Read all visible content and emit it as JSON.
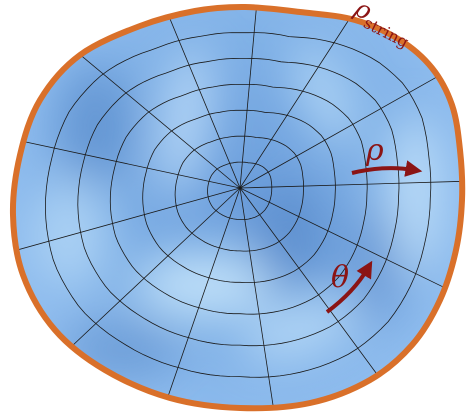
{
  "labels": {
    "string_symbol": "ρ",
    "string_subscript": "string",
    "radial": "ρ",
    "angular": "θ"
  },
  "colors": {
    "membrane_base": "#7fb0e6",
    "membrane_light": "#bfe0fb",
    "membrane_dark": "#4f82c2",
    "boundary_string": "#d9702a",
    "grid_lines": "#1a1a1a",
    "arrows_and_labels": "#8b1414"
  },
  "grid": {
    "radial_lines": 13,
    "concentric_rings": 6
  }
}
